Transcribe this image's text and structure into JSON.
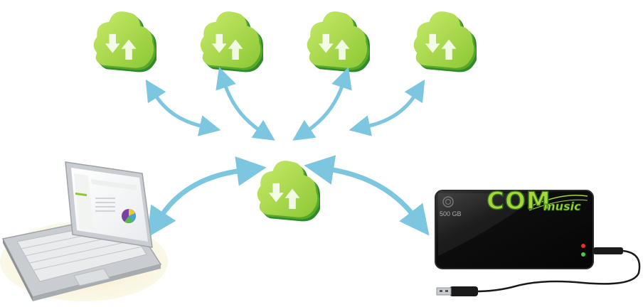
{
  "diagram": {
    "clouds": [
      {
        "id": "cloud-1"
      },
      {
        "id": "cloud-2"
      },
      {
        "id": "cloud-3"
      },
      {
        "id": "cloud-4"
      }
    ],
    "hub_cloud": {
      "id": "central-cloud"
    },
    "hard_drive": {
      "capacity_label": "500 GB",
      "logo_main": "COM",
      "logo_sub": "music",
      "led_colors": [
        "#e8322a",
        "#3fcf3f"
      ]
    },
    "colors": {
      "cloud_light": "#a6d63c",
      "cloud_mid": "#7fc12c",
      "cloud_dark": "#2f8a2a",
      "arrow": "#7cc6df",
      "drive_body": "#111111",
      "laptop_body": "#c9ccd0"
    },
    "icons": [
      "cloud-icon",
      "double-arrow-icon",
      "laptop-icon",
      "hard-drive-icon",
      "usb-cable-icon"
    ]
  }
}
